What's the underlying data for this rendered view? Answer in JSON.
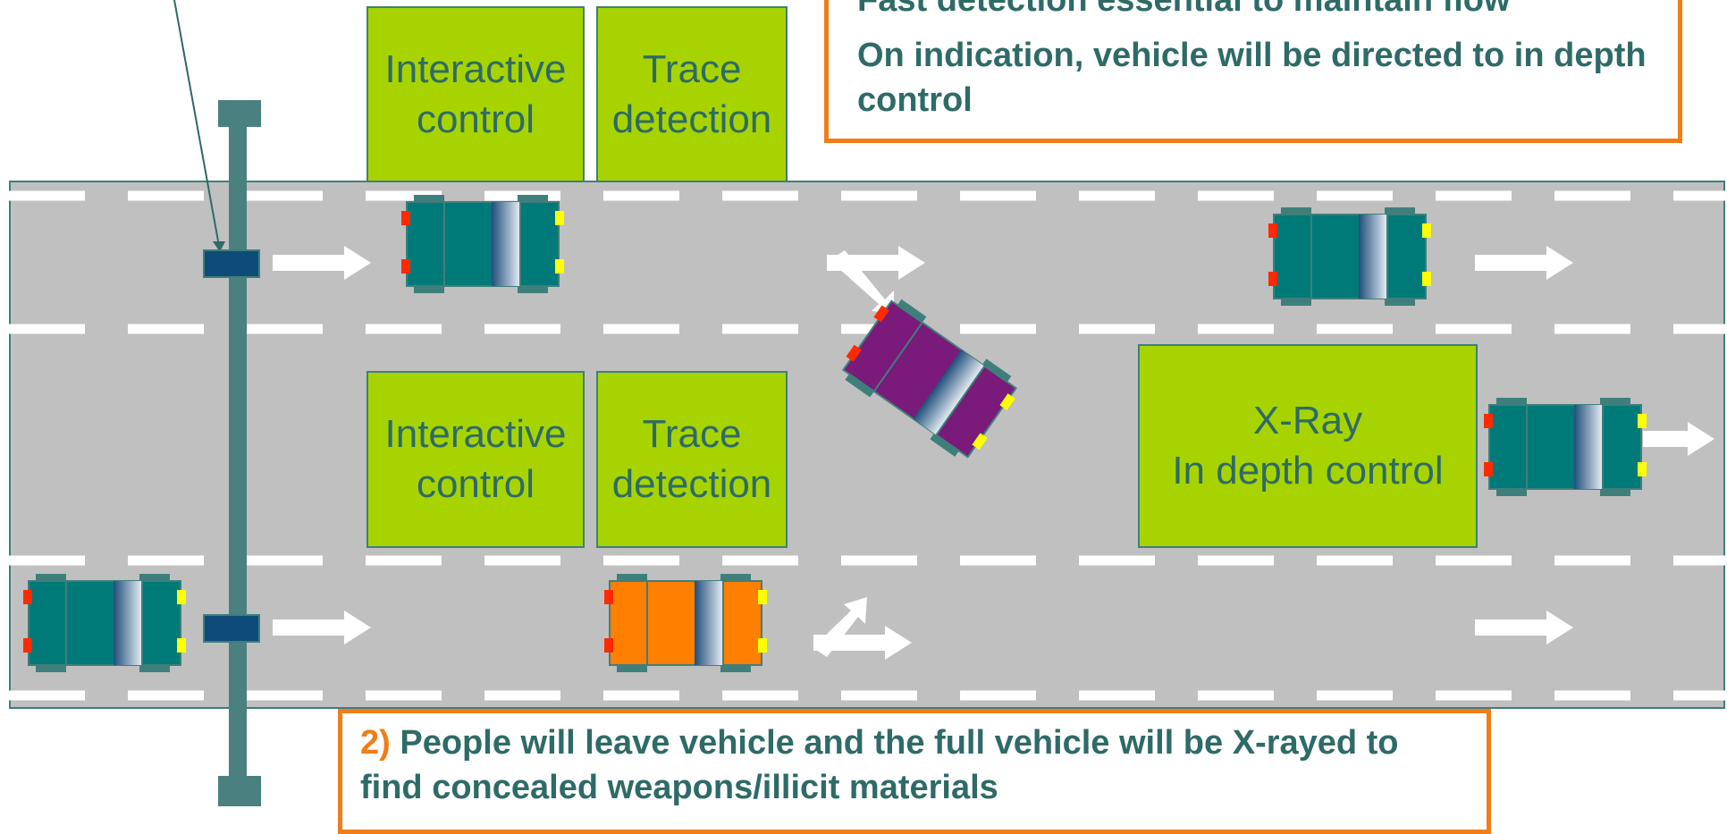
{
  "stations": {
    "top_interactive": [
      "Interactive",
      "control"
    ],
    "top_trace": [
      "Trace",
      "detection"
    ],
    "bottom_interactive": [
      "Interactive",
      "control"
    ],
    "bottom_trace": [
      "Trace",
      "detection"
    ],
    "xray": [
      "X-Ray",
      "In depth control"
    ]
  },
  "callout_top": {
    "line1": "Fast detection essential to maintain flow",
    "line2": "On indication, vehicle will be directed to in depth control"
  },
  "callout_bottom": {
    "number": "2)",
    "text": "People will leave vehicle and the full vehicle will be X-rayed to find concealed weapons/illicit materials"
  },
  "colors": {
    "road": "#c0c0c0",
    "station": "#a7d400",
    "accent": "#f07d1a",
    "text": "#2e6b66",
    "car_teal": "#007a78",
    "car_purple": "#7a1a7a",
    "car_orange": "#ff7f00"
  }
}
